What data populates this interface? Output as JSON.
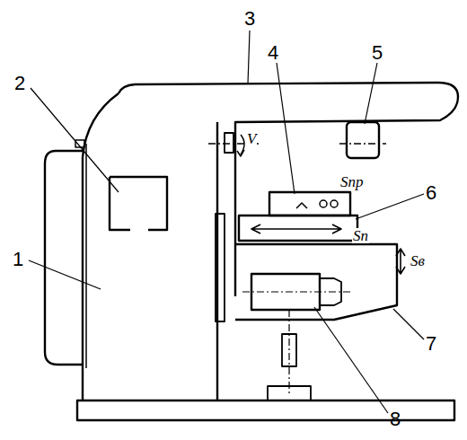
{
  "diagram": {
    "labels": [
      "1",
      "2",
      "3",
      "4",
      "5",
      "6",
      "7",
      "8",
      "V",
      "Sпр",
      "Sп",
      "Sв"
    ]
  }
}
